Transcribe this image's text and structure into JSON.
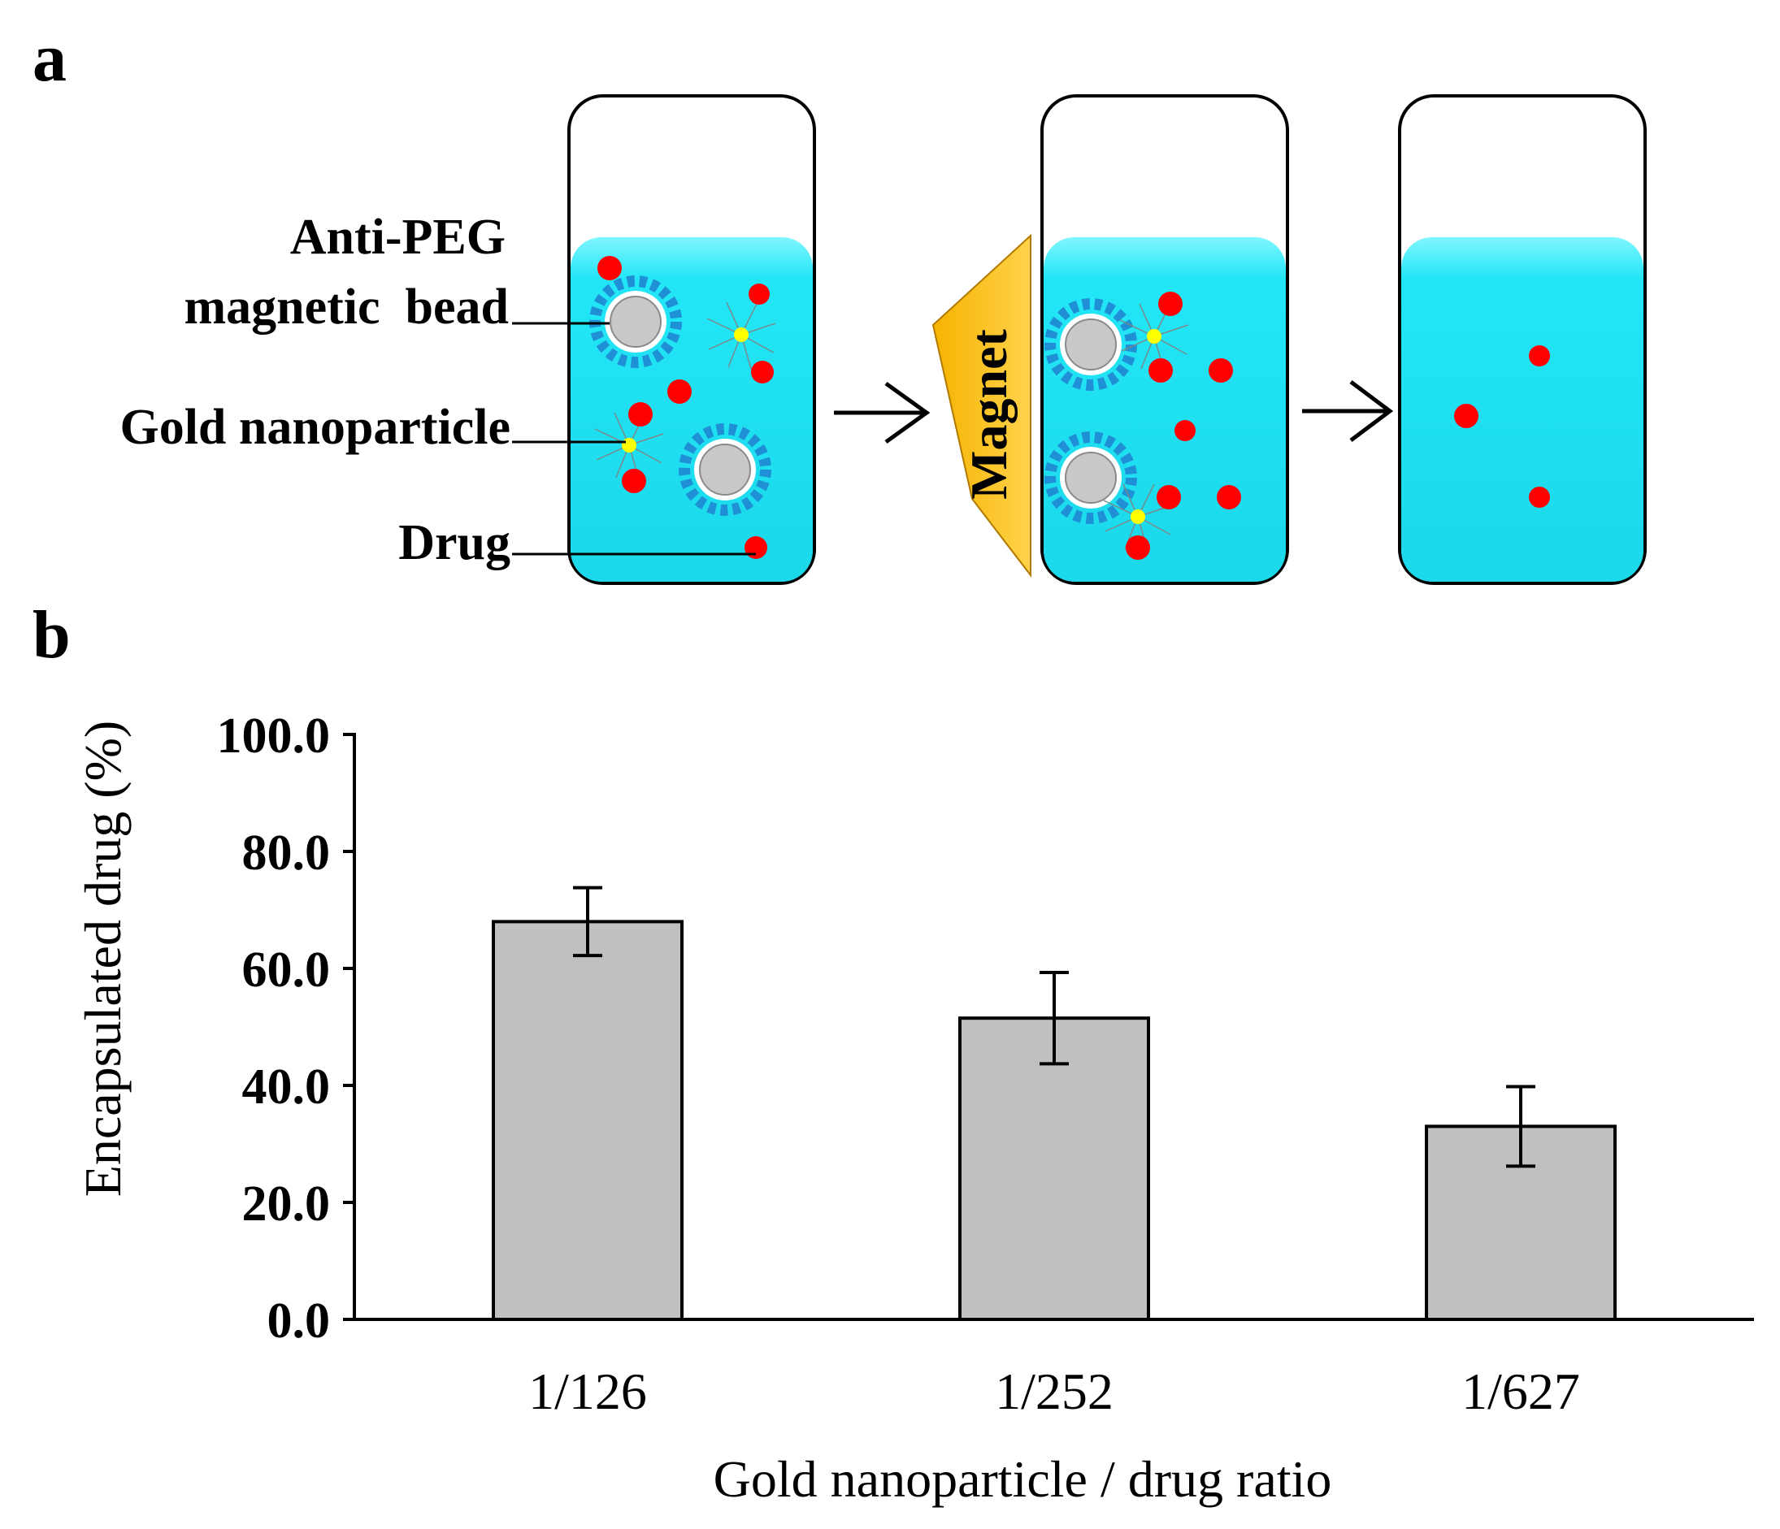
{
  "panel_a": {
    "label": "a",
    "labels": {
      "antipeg_line1": "Anti-PEG",
      "antipeg_line2": "magnetic  bead",
      "gold": "Gold nanoparticle",
      "drug": "Drug",
      "magnet": "Magnet"
    },
    "colors": {
      "liquid": "#1ee6f5",
      "drug": "#ff0000",
      "bead": "#c8c8c8",
      "bead_ring": "#1f8fd6",
      "gold_core": "#ffff00",
      "magnet": "#f5a800"
    }
  },
  "panel_b": {
    "label": "b"
  },
  "chart_data": {
    "type": "bar",
    "categories": [
      "1/126",
      "1/252",
      "1/627"
    ],
    "values": [
      68.0,
      51.5,
      33.0
    ],
    "errors": [
      5.8,
      7.8,
      6.8
    ],
    "ylim": [
      0,
      100
    ],
    "yticks": [
      0,
      20,
      40,
      60,
      80,
      100
    ],
    "ytick_labels": [
      "0.0",
      "20.0",
      "40.0",
      "60.0",
      "80.0",
      "100.0"
    ],
    "xlabel": "Gold nanoparticle / drug ratio",
    "ylabel": "Encapsulated drug (%)",
    "bar_color": "#c0c0c0",
    "grid": false,
    "legend": "none"
  }
}
